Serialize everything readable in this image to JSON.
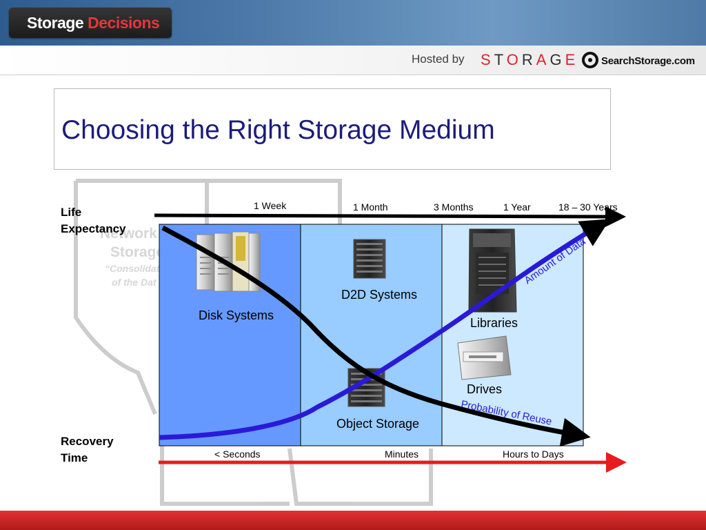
{
  "header": {
    "brand_primary": "Storage",
    "brand_secondary": "Decisions",
    "hosted_by": "Hosted by",
    "storage_logo": [
      "S",
      "T",
      "O",
      "R",
      "A",
      "G",
      "E"
    ],
    "searchstorage": "SearchStorage.com"
  },
  "title": "Choosing the Right Storage Medium",
  "diagram": {
    "life_expectancy": [
      "Life",
      "Expectancy"
    ],
    "recovery_time": [
      "Recovery",
      "Time"
    ],
    "top_axis_ticks": [
      "1 Week",
      "1 Month",
      "3 Months",
      "1 Year",
      "18 – 30 Years"
    ],
    "bottom_axis_ticks": [
      "< Seconds",
      "Minutes",
      "Hours to Days"
    ],
    "ghost_text": [
      "Network",
      "Storage",
      "“Consolidat",
      "of the Dat"
    ],
    "zones": [
      "Disk Systems",
      "D2D Systems",
      "Libraries",
      "Drives",
      "Object Storage"
    ],
    "curve_labels": {
      "amount": "Amount of Data",
      "reuse": "Probability of Reuse"
    }
  },
  "colors": {
    "zone_1": "#6699ff",
    "zone_2": "#99ccff",
    "zone_3": "#cce9ff",
    "reuse_curve": "#000000",
    "amount_curve": "#2a1ad6",
    "top_arrow": "#000000",
    "bottom_arrow": "#e81c1c"
  }
}
